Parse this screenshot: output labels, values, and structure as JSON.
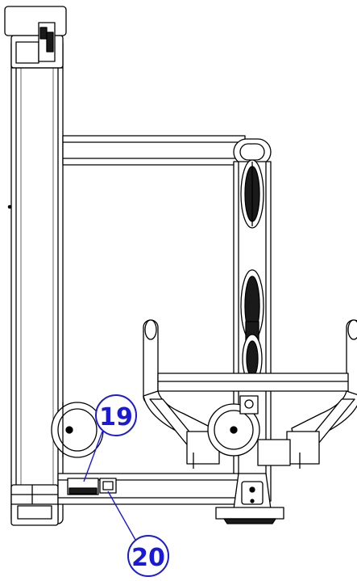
{
  "diagram": {
    "line_color": "#000000",
    "fill_color": "#ffffff",
    "shade_color": "#1a1a1a",
    "callout_color": "#1a1ad6"
  },
  "callouts": [
    {
      "id": "c19",
      "label": "19"
    },
    {
      "id": "c20",
      "label": "20"
    }
  ]
}
